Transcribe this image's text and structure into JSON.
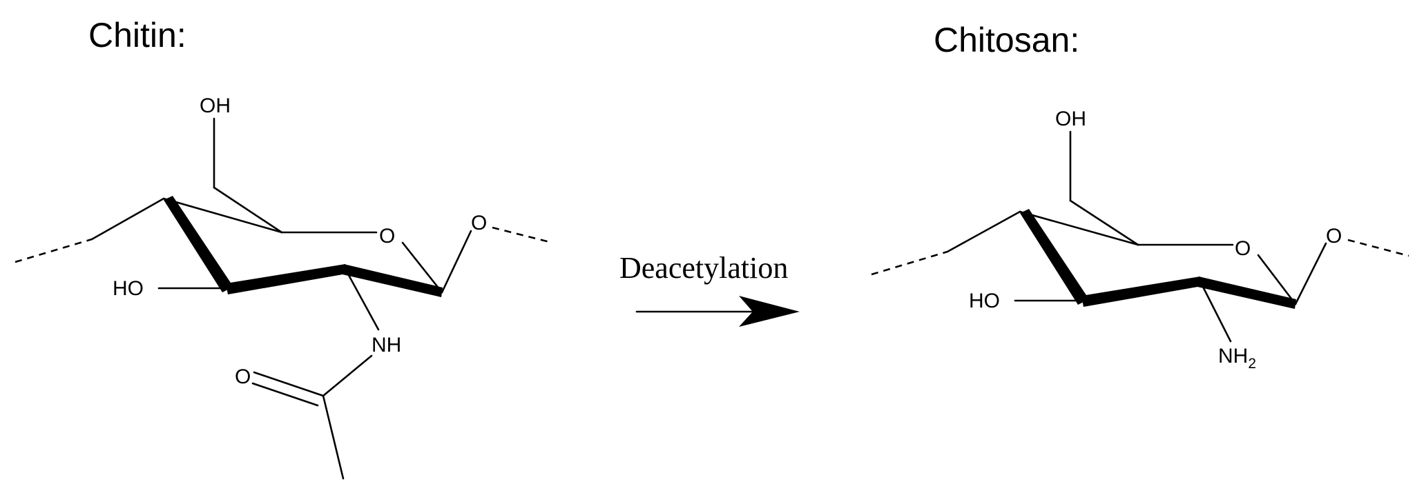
{
  "left_title": "Chitin:",
  "right_title": "Chitosan:",
  "reaction_label": "Deacetylation",
  "chitin": {
    "ring_oxygen": "O",
    "glycosidic_oxygen": "O",
    "hydroxymethyl": "OH",
    "hydroxyl": "HO",
    "amide_nh": "NH",
    "carbonyl_oxygen": "O"
  },
  "chitosan": {
    "ring_oxygen": "O",
    "glycosidic_oxygen": "O",
    "hydroxymethyl": "OH",
    "hydroxyl": "HO",
    "amine": "NH",
    "amine_subscript": "2"
  }
}
